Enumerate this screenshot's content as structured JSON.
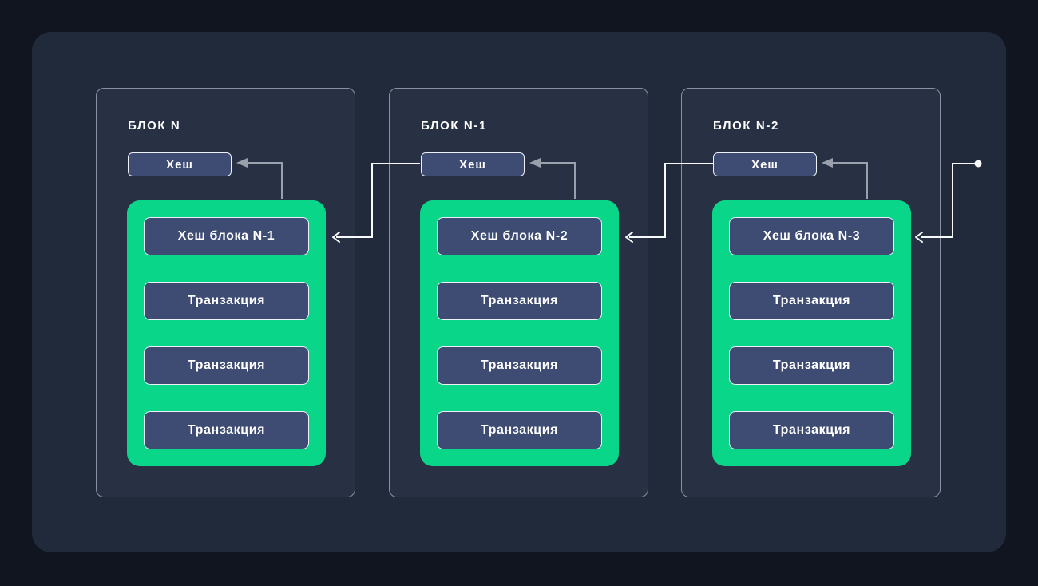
{
  "colors": {
    "outer_bg": "#10151F",
    "panel_bg": "#212A3B",
    "card_bg": "#283143",
    "card_border": "#8A91A0",
    "green": "#09D689",
    "box_bg": "#3E4C74",
    "box_border": "#EDF1F7",
    "line_white": "#F8F9FB",
    "line_gray": "#9AA0AC",
    "text": "#FFFFFF"
  },
  "blocks": [
    {
      "title": "БЛОК N",
      "hash_label": "Хеш",
      "prev_hash_label": "Хеш блока N-1",
      "transactions": [
        "Транзакция",
        "Транзакция",
        "Транзакция"
      ]
    },
    {
      "title": "БЛОК N-1",
      "hash_label": "Хеш",
      "prev_hash_label": "Хеш блока N-2",
      "transactions": [
        "Транзакция",
        "Транзакция",
        "Транзакция"
      ]
    },
    {
      "title": "БЛОК N-2",
      "hash_label": "Хеш",
      "prev_hash_label": "Хеш блока N-3",
      "transactions": [
        "Транзакция",
        "Транзакция",
        "Транзакция"
      ]
    }
  ]
}
